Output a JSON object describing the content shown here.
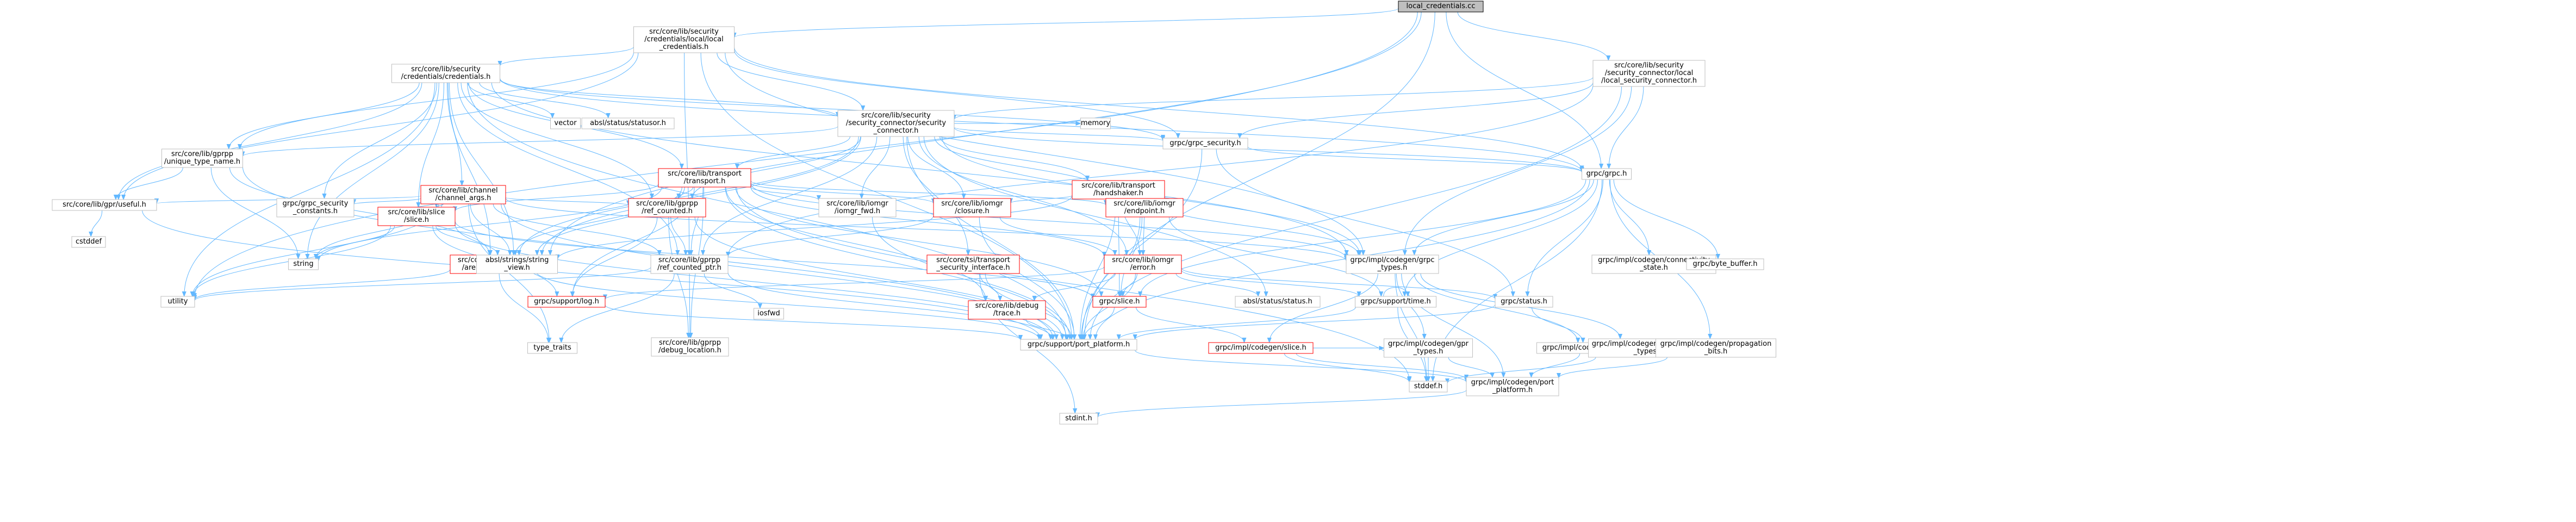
{
  "diagram": {
    "nodes": [
      {
        "id": "local_credentials_cc",
        "lines": [
          "local_credentials.cc"
        ],
        "style": "root"
      },
      {
        "id": "local_credentials_h",
        "lines": [
          "src/core/lib/security",
          "/credentials/local/local",
          "_credentials.h"
        ],
        "style": "plain"
      },
      {
        "id": "local_security_connector_h",
        "lines": [
          "src/core/lib/security",
          "/security_connector/local",
          "/local_security_connector.h"
        ],
        "style": "plain"
      },
      {
        "id": "credentials_h",
        "lines": [
          "src/core/lib/security",
          "/credentials/credentials.h"
        ],
        "style": "plain"
      },
      {
        "id": "security_connector_h",
        "lines": [
          "src/core/lib/security",
          "/security_connector/security",
          "_connector.h"
        ],
        "style": "plain"
      },
      {
        "id": "vector",
        "lines": [
          "vector"
        ],
        "style": "plain"
      },
      {
        "id": "statusor_h",
        "lines": [
          "absl/status/statusor.h"
        ],
        "style": "plain"
      },
      {
        "id": "memory",
        "lines": [
          "memory"
        ],
        "style": "plain"
      },
      {
        "id": "unique_type_name_h",
        "lines": [
          "src/core/lib/gprpp",
          "/unique_type_name.h"
        ],
        "style": "plain"
      },
      {
        "id": "useful_h",
        "lines": [
          "src/core/lib/gpr/useful.h"
        ],
        "style": "plain"
      },
      {
        "id": "cstddef",
        "lines": [
          "cstddef"
        ],
        "style": "plain"
      },
      {
        "id": "channel_args_h",
        "lines": [
          "src/core/lib/channel",
          "/channel_args.h"
        ],
        "style": "red"
      },
      {
        "id": "grpc_security_constants_h",
        "lines": [
          "grpc/grpc_security",
          "_constants.h"
        ],
        "style": "plain"
      },
      {
        "id": "slice_slice_h",
        "lines": [
          "src/core/lib/slice",
          "/slice.h"
        ],
        "style": "red"
      },
      {
        "id": "transport_h",
        "lines": [
          "src/core/lib/transport",
          "/transport.h"
        ],
        "style": "red"
      },
      {
        "id": "arena_promise_h",
        "lines": [
          "src/core/lib/promise",
          "/arena_promise.h"
        ],
        "style": "red"
      },
      {
        "id": "ref_counted_h",
        "lines": [
          "src/core/lib/gprpp",
          "/ref_counted.h"
        ],
        "style": "red"
      },
      {
        "id": "iomgr_fwd_h",
        "lines": [
          "src/core/lib/iomgr",
          "/iomgr_fwd.h"
        ],
        "style": "plain"
      },
      {
        "id": "handshaker_h",
        "lines": [
          "src/core/lib/transport",
          "/handshaker.h"
        ],
        "style": "red"
      },
      {
        "id": "closure_h",
        "lines": [
          "src/core/lib/iomgr",
          "/closure.h"
        ],
        "style": "red"
      },
      {
        "id": "endpoint_h",
        "lines": [
          "src/core/lib/iomgr",
          "/endpoint.h"
        ],
        "style": "red"
      },
      {
        "id": "grpc_security_h",
        "lines": [
          "grpc/grpc_security.h"
        ],
        "style": "plain"
      },
      {
        "id": "grpc_h",
        "lines": [
          "grpc/grpc.h"
        ],
        "style": "plain"
      },
      {
        "id": "string_view_h",
        "lines": [
          "absl/strings/string",
          "_view.h"
        ],
        "style": "plain"
      },
      {
        "id": "string",
        "lines": [
          "string"
        ],
        "style": "plain"
      },
      {
        "id": "ref_counted_ptr_h",
        "lines": [
          "src/core/lib/gprpp",
          "/ref_counted_ptr.h"
        ],
        "style": "plain"
      },
      {
        "id": "security_interface_h",
        "lines": [
          "src/core/tsi/transport",
          "_security_interface.h"
        ],
        "style": "red"
      },
      {
        "id": "error_h",
        "lines": [
          "src/core/lib/iomgr",
          "/error.h"
        ],
        "style": "red"
      },
      {
        "id": "grpc_types_h",
        "lines": [
          "grpc/impl/codegen/grpc",
          "_types.h"
        ],
        "style": "plain"
      },
      {
        "id": "connectivity_state_h",
        "lines": [
          "grpc/impl/codegen/connectivity",
          "_state.h"
        ],
        "style": "plain"
      },
      {
        "id": "byte_buffer_h",
        "lines": [
          "grpc/byte_buffer.h"
        ],
        "style": "plain"
      },
      {
        "id": "utility",
        "lines": [
          "utility"
        ],
        "style": "plain"
      },
      {
        "id": "log_h",
        "lines": [
          "grpc/support/log.h"
        ],
        "style": "red"
      },
      {
        "id": "type_traits",
        "lines": [
          "type_traits"
        ],
        "style": "plain"
      },
      {
        "id": "debug_location_h",
        "lines": [
          "src/core/lib/gprpp",
          "/debug_location.h"
        ],
        "style": "plain"
      },
      {
        "id": "iosfwd",
        "lines": [
          "iosfwd"
        ],
        "style": "plain"
      },
      {
        "id": "trace_h",
        "lines": [
          "src/core/lib/debug",
          "/trace.h"
        ],
        "style": "red"
      },
      {
        "id": "grpc_slice_h",
        "lines": [
          "grpc/slice.h"
        ],
        "style": "red"
      },
      {
        "id": "absl_status_h",
        "lines": [
          "absl/status/status.h"
        ],
        "style": "plain"
      },
      {
        "id": "time_h",
        "lines": [
          "grpc/support/time.h"
        ],
        "style": "plain"
      },
      {
        "id": "grpc_status_h",
        "lines": [
          "grpc/status.h"
        ],
        "style": "plain"
      },
      {
        "id": "port_platform_h",
        "lines": [
          "grpc/support/port_platform.h"
        ],
        "style": "plain"
      },
      {
        "id": "codegen_slice_h",
        "lines": [
          "grpc/impl/codegen/slice.h"
        ],
        "style": "red"
      },
      {
        "id": "gpr_types_h",
        "lines": [
          "grpc/impl/codegen/gpr",
          "_types.h"
        ],
        "style": "plain"
      },
      {
        "id": "codegen_status_h",
        "lines": [
          "grpc/impl/codegen/status.h"
        ],
        "style": "plain"
      },
      {
        "id": "compression_types_h",
        "lines": [
          "grpc/impl/codegen/compression",
          "_types.h"
        ],
        "style": "plain"
      },
      {
        "id": "propagation_bits_h",
        "lines": [
          "grpc/impl/codegen/propagation",
          "_bits.h"
        ],
        "style": "plain"
      },
      {
        "id": "stddef_h",
        "lines": [
          "stddef.h"
        ],
        "style": "plain"
      },
      {
        "id": "codegen_port_platform_h",
        "lines": [
          "grpc/impl/codegen/port",
          "_platform.h"
        ],
        "style": "plain"
      },
      {
        "id": "stdint_h",
        "lines": [
          "stdint.h"
        ],
        "style": "plain"
      }
    ],
    "edges": [
      [
        "local_credentials_cc",
        "local_credentials_h"
      ],
      [
        "local_credentials_cc",
        "local_security_connector_h"
      ],
      [
        "local_credentials_cc",
        "grpc_h"
      ],
      [
        "local_credentials_cc",
        "utility"
      ],
      [
        "local_credentials_cc",
        "string_view_h"
      ],
      [
        "local_credentials_cc",
        "port_platform_h"
      ],
      [
        "local_credentials_h",
        "credentials_h"
      ],
      [
        "local_credentials_h",
        "security_connector_h"
      ],
      [
        "local_credentials_h",
        "grpc_security_h"
      ],
      [
        "local_credentials_h",
        "grpc_h"
      ],
      [
        "local_credentials_h",
        "grpc_types_h"
      ],
      [
        "local_credentials_h",
        "useful_h"
      ],
      [
        "local_credentials_h",
        "unique_type_name_h"
      ],
      [
        "local_credentials_h",
        "ref_counted_ptr_h"
      ],
      [
        "local_credentials_h",
        "port_platform_h"
      ],
      [
        "local_security_connector_h",
        "security_connector_h"
      ],
      [
        "local_security_connector_h",
        "grpc_security_h"
      ],
      [
        "local_security_connector_h",
        "grpc_h"
      ],
      [
        "local_security_connector_h",
        "grpc_types_h"
      ],
      [
        "local_security_connector_h",
        "ref_counted_ptr_h"
      ],
      [
        "local_security_connector_h",
        "port_platform_h"
      ],
      [
        "credentials_h",
        "vector"
      ],
      [
        "credentials_h",
        "statusor_h"
      ],
      [
        "credentials_h",
        "security_connector_h"
      ],
      [
        "credentials_h",
        "unique_type_name_h"
      ],
      [
        "credentials_h",
        "useful_h"
      ],
      [
        "credentials_h",
        "channel_args_h"
      ],
      [
        "credentials_h",
        "grpc_security_constants_h"
      ],
      [
        "credentials_h",
        "slice_slice_h"
      ],
      [
        "credentials_h",
        "transport_h"
      ],
      [
        "credentials_h",
        "arena_promise_h"
      ],
      [
        "credentials_h",
        "ref_counted_h"
      ],
      [
        "credentials_h",
        "ref_counted_ptr_h"
      ],
      [
        "credentials_h",
        "grpc_security_h"
      ],
      [
        "credentials_h",
        "grpc_h"
      ],
      [
        "credentials_h",
        "string_view_h"
      ],
      [
        "credentials_h",
        "string"
      ],
      [
        "credentials_h",
        "utility"
      ],
      [
        "credentials_h",
        "grpc_types_h"
      ],
      [
        "credentials_h",
        "port_platform_h"
      ],
      [
        "security_connector_h",
        "memory"
      ],
      [
        "security_connector_h",
        "unique_type_name_h"
      ],
      [
        "security_connector_h",
        "transport_h"
      ],
      [
        "security_connector_h",
        "iomgr_fwd_h"
      ],
      [
        "security_connector_h",
        "handshaker_h"
      ],
      [
        "security_connector_h",
        "closure_h"
      ],
      [
        "security_connector_h",
        "endpoint_h"
      ],
      [
        "security_connector_h",
        "grpc_security_h"
      ],
      [
        "security_connector_h",
        "grpc_h"
      ],
      [
        "security_connector_h",
        "arena_promise_h"
      ],
      [
        "security_connector_h",
        "ref_counted_h"
      ],
      [
        "security_connector_h",
        "ref_counted_ptr_h"
      ],
      [
        "security_connector_h",
        "security_interface_h"
      ],
      [
        "security_connector_h",
        "error_h"
      ],
      [
        "security_connector_h",
        "string_view_h"
      ],
      [
        "security_connector_h",
        "grpc_types_h"
      ],
      [
        "security_connector_h",
        "absl_status_h"
      ],
      [
        "security_connector_h",
        "port_platform_h"
      ],
      [
        "unique_type_name_h",
        "useful_h"
      ],
      [
        "unique_type_name_h",
        "string_view_h"
      ],
      [
        "unique_type_name_h",
        "string"
      ],
      [
        "unique_type_name_h",
        "port_platform_h"
      ],
      [
        "useful_h",
        "cstddef"
      ],
      [
        "useful_h",
        "port_platform_h"
      ],
      [
        "channel_args_h",
        "useful_h"
      ],
      [
        "channel_args_h",
        "grpc_security_constants_h"
      ],
      [
        "channel_args_h",
        "slice_slice_h"
      ],
      [
        "channel_args_h",
        "string_view_h"
      ],
      [
        "channel_args_h",
        "string"
      ],
      [
        "channel_args_h",
        "utility"
      ],
      [
        "channel_args_h",
        "type_traits"
      ],
      [
        "channel_args_h",
        "ref_counted_ptr_h"
      ],
      [
        "channel_args_h",
        "ref_counted_h"
      ],
      [
        "channel_args_h",
        "grpc_types_h"
      ],
      [
        "channel_args_h",
        "port_platform_h"
      ],
      [
        "slice_slice_h",
        "string_view_h"
      ],
      [
        "slice_slice_h",
        "string"
      ],
      [
        "slice_slice_h",
        "utility"
      ],
      [
        "slice_slice_h",
        "grpc_slice_h"
      ],
      [
        "slice_slice_h",
        "log_h"
      ],
      [
        "slice_slice_h",
        "port_platform_h"
      ],
      [
        "transport_h",
        "slice_slice_h"
      ],
      [
        "transport_h",
        "arena_promise_h"
      ],
      [
        "transport_h",
        "ref_counted_h"
      ],
      [
        "transport_h",
        "iomgr_fwd_h"
      ],
      [
        "transport_h",
        "closure_h"
      ],
      [
        "transport_h",
        "endpoint_h"
      ],
      [
        "transport_h",
        "ref_counted_ptr_h"
      ],
      [
        "transport_h",
        "debug_location_h"
      ],
      [
        "transport_h",
        "trace_h"
      ],
      [
        "transport_h",
        "error_h"
      ],
      [
        "transport_h",
        "grpc_slice_h"
      ],
      [
        "transport_h",
        "log_h"
      ],
      [
        "transport_h",
        "grpc_types_h"
      ],
      [
        "transport_h",
        "string_view_h"
      ],
      [
        "transport_h",
        "string"
      ],
      [
        "transport_h",
        "stddef_h"
      ],
      [
        "transport_h",
        "port_platform_h"
      ],
      [
        "arena_promise_h",
        "type_traits"
      ],
      [
        "arena_promise_h",
        "utility"
      ],
      [
        "arena_promise_h",
        "port_platform_h"
      ],
      [
        "ref_counted_h",
        "ref_counted_ptr_h"
      ],
      [
        "ref_counted_h",
        "debug_location_h"
      ],
      [
        "ref_counted_h",
        "log_h"
      ],
      [
        "ref_counted_h",
        "port_platform_h"
      ],
      [
        "iomgr_fwd_h",
        "port_platform_h"
      ],
      [
        "handshaker_h",
        "closure_h"
      ],
      [
        "handshaker_h",
        "endpoint_h"
      ],
      [
        "handshaker_h",
        "error_h"
      ],
      [
        "handshaker_h",
        "grpc_slice_h"
      ],
      [
        "handshaker_h",
        "grpc_types_h"
      ],
      [
        "handshaker_h",
        "string_view_h"
      ],
      [
        "handshaker_h",
        "port_platform_h"
      ],
      [
        "closure_h",
        "error_h"
      ],
      [
        "closure_h",
        "ref_counted_ptr_h"
      ],
      [
        "closure_h",
        "port_platform_h"
      ],
      [
        "endpoint_h",
        "error_h"
      ],
      [
        "endpoint_h",
        "grpc_slice_h"
      ],
      [
        "endpoint_h",
        "time_h"
      ],
      [
        "endpoint_h",
        "port_platform_h"
      ],
      [
        "grpc_security_h",
        "grpc_h"
      ],
      [
        "grpc_security_h",
        "grpc_status_h"
      ],
      [
        "grpc_security_h",
        "port_platform_h"
      ],
      [
        "grpc_h",
        "grpc_types_h"
      ],
      [
        "grpc_h",
        "connectivity_state_h"
      ],
      [
        "grpc_h",
        "byte_buffer_h"
      ],
      [
        "grpc_h",
        "grpc_status_h"
      ],
      [
        "grpc_h",
        "grpc_slice_h"
      ],
      [
        "grpc_h",
        "time_h"
      ],
      [
        "grpc_h",
        "propagation_bits_h"
      ],
      [
        "grpc_h",
        "stddef_h"
      ],
      [
        "grpc_h",
        "port_platform_h"
      ],
      [
        "ref_counted_ptr_h",
        "utility"
      ],
      [
        "ref_counted_ptr_h",
        "type_traits"
      ],
      [
        "ref_counted_ptr_h",
        "iosfwd"
      ],
      [
        "ref_counted_ptr_h",
        "debug_location_h"
      ],
      [
        "ref_counted_ptr_h",
        "port_platform_h"
      ],
      [
        "security_interface_h",
        "trace_h"
      ],
      [
        "security_interface_h",
        "stdint_h"
      ],
      [
        "security_interface_h",
        "port_platform_h"
      ],
      [
        "error_h",
        "grpc_slice_h"
      ],
      [
        "error_h",
        "absl_status_h"
      ],
      [
        "error_h",
        "time_h"
      ],
      [
        "error_h",
        "grpc_status_h"
      ],
      [
        "error_h",
        "trace_h"
      ],
      [
        "error_h",
        "log_h"
      ],
      [
        "error_h",
        "port_platform_h"
      ],
      [
        "grpc_types_h",
        "compression_types_h"
      ],
      [
        "grpc_types_h",
        "gpr_types_h"
      ],
      [
        "grpc_types_h",
        "codegen_slice_h"
      ],
      [
        "grpc_types_h",
        "codegen_status_h"
      ],
      [
        "grpc_types_h",
        "stddef_h"
      ],
      [
        "grpc_types_h",
        "codegen_port_platform_h"
      ],
      [
        "log_h",
        "port_platform_h"
      ],
      [
        "trace_h",
        "port_platform_h"
      ],
      [
        "grpc_slice_h",
        "codegen_slice_h"
      ],
      [
        "grpc_slice_h",
        "port_platform_h"
      ],
      [
        "time_h",
        "time_h"
      ],
      [
        "time_h",
        "stddef_h"
      ],
      [
        "time_h",
        "port_platform_h"
      ],
      [
        "grpc_status_h",
        "codegen_status_h"
      ],
      [
        "grpc_status_h",
        "port_platform_h"
      ],
      [
        "port_platform_h",
        "codegen_port_platform_h"
      ],
      [
        "codegen_slice_h",
        "gpr_types_h"
      ],
      [
        "codegen_slice_h",
        "stddef_h"
      ],
      [
        "codegen_slice_h",
        "codegen_port_platform_h"
      ],
      [
        "gpr_types_h",
        "stddef_h"
      ],
      [
        "gpr_types_h",
        "codegen_port_platform_h"
      ],
      [
        "codegen_status_h",
        "codegen_port_platform_h"
      ],
      [
        "compression_types_h",
        "stddef_h"
      ],
      [
        "propagation_bits_h",
        "codegen_port_platform_h"
      ],
      [
        "codegen_port_platform_h",
        "stdint_h"
      ]
    ]
  }
}
